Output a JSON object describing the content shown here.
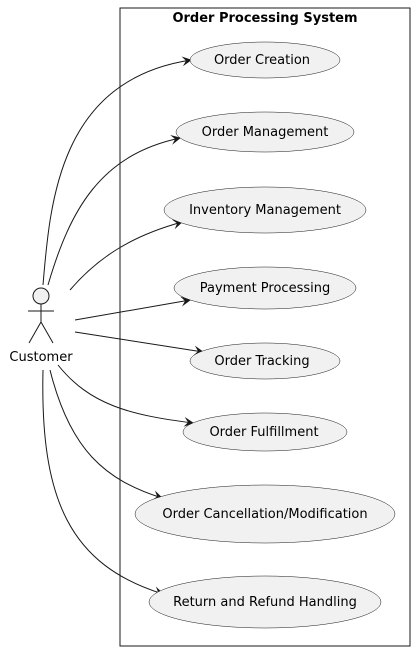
{
  "system": {
    "title": "Order Processing System"
  },
  "actor": {
    "label": "Customer"
  },
  "use_cases": [
    {
      "id": "uc1",
      "label": "Order Creation"
    },
    {
      "id": "uc2",
      "label": "Order Management"
    },
    {
      "id": "uc3",
      "label": "Inventory Management"
    },
    {
      "id": "uc4",
      "label": "Payment Processing"
    },
    {
      "id": "uc5",
      "label": "Order Tracking"
    },
    {
      "id": "uc6",
      "label": "Order Fulfillment"
    },
    {
      "id": "uc7",
      "label": "Order Cancellation/Modification"
    },
    {
      "id": "uc8",
      "label": "Return and Refund Handling"
    }
  ],
  "colors": {
    "use_case_fill": "#f1f1f1",
    "stroke": "#181818",
    "background": "#ffffff"
  }
}
